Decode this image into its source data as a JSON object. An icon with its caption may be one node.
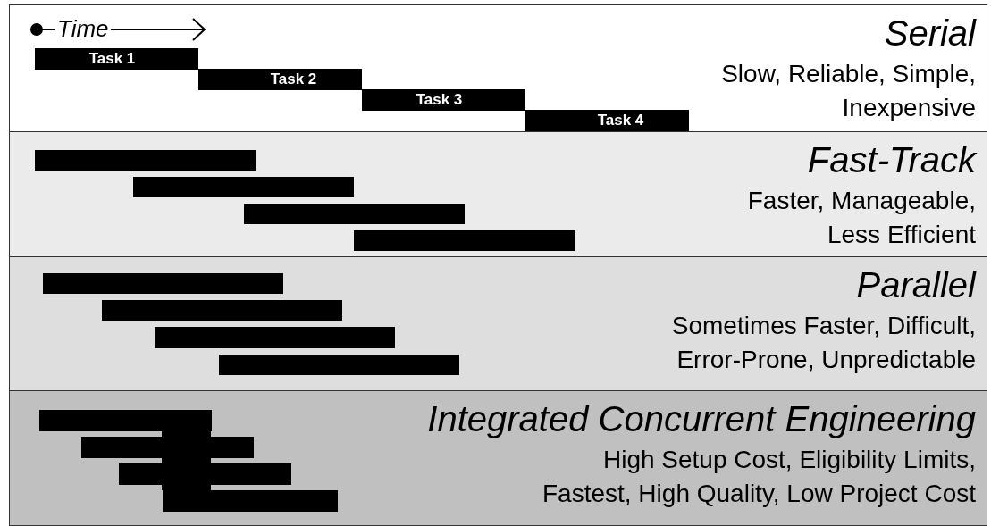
{
  "diagram": {
    "nodes": [
      {
        "text": [
          "Serial",
          "Slow, Reliable, Simple, Inexpensive"
        ]
      },
      {
        "text": [
          "Task 1"
        ],
        "in": 0
      },
      {
        "text": [
          "Task 2"
        ],
        "in": 0
      },
      {
        "text": [
          "Task 3"
        ],
        "in": 0
      },
      {
        "text": [
          "Task 4"
        ],
        "in": 0
      },
      {
        "text": [
          "Fast-Track",
          "Faster, Manageable, Less Efficient"
        ]
      },
      {
        "text": [],
        "shape": "bar",
        "in": 5
      },
      {
        "text": [],
        "shape": "bar",
        "in": 5
      },
      {
        "text": [],
        "shape": "bar",
        "in": 5
      },
      {
        "text": [],
        "shape": "bar",
        "in": 5
      },
      {
        "text": [
          "Parallel",
          "Sometimes Faster, Difficult, Error-Prone, Unpredictable"
        ]
      },
      {
        "text": [],
        "shape": "bar",
        "in": 10
      },
      {
        "text": [],
        "shape": "bar",
        "in": 10
      },
      {
        "text": [],
        "shape": "bar",
        "in": 10
      },
      {
        "text": [],
        "shape": "bar",
        "in": 10
      },
      {
        "text": [
          "Integrated Concurrent Engineering",
          "High Setup Cost, Eligibility Limits, Fastest, High Quality, Low Project Cost"
        ]
      },
      {
        "text": [],
        "shape": "bar",
        "in": 15
      },
      {
        "text": [],
        "shape": "bar",
        "in": 15
      },
      {
        "text": [],
        "shape": "bar",
        "in": 15
      },
      {
        "text": [],
        "shape": "bar",
        "in": 15
      }
    ],
    "edges": [
      {
        "from": 16,
        "to": 17,
        "arrow": "none"
      },
      {
        "from": 17,
        "to": 18,
        "arrow": "none"
      },
      {
        "from": 18,
        "to": 19,
        "arrow": "none"
      }
    ],
    "labels": [
      "Time"
    ]
  }
}
